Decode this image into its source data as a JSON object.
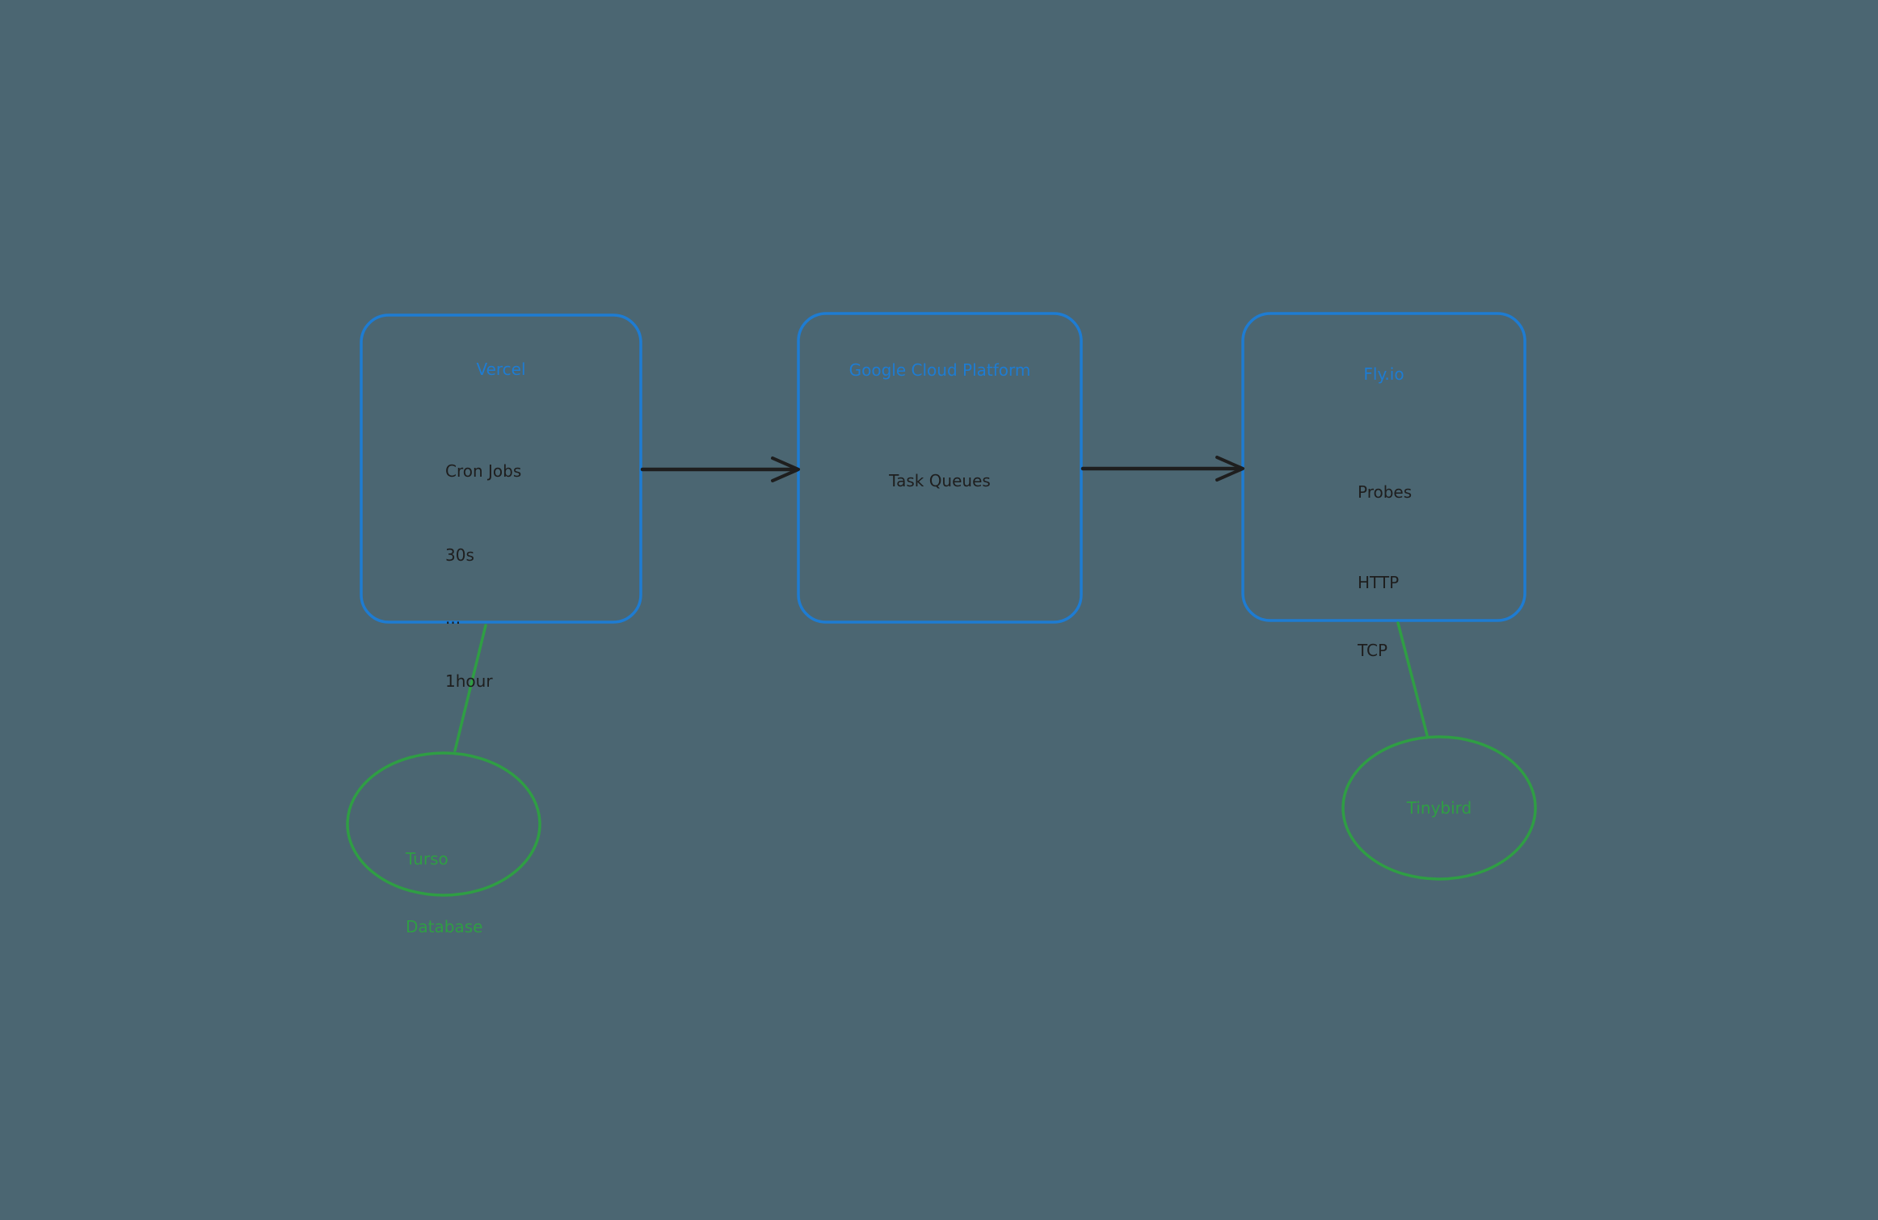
{
  "colors": {
    "background": "#4b6672",
    "node_stroke": "#1e7cd2",
    "node_title": "#1e7cd2",
    "body_text": "#1e1e1e",
    "arrow": "#1e1e1e",
    "ellipse_stroke": "#2f9e44",
    "ellipse_text": "#2f9e44"
  },
  "nodes": {
    "vercel": {
      "title": "Vercel",
      "line1": "Cron Jobs",
      "line2": "30s",
      "line3": "...",
      "line4": "1hour"
    },
    "gcp": {
      "title": "Google Cloud Platform",
      "line1": "Task Queues"
    },
    "flyio": {
      "title": "Fly.io",
      "line1": "Probes",
      "line2": "HTTP",
      "line3": "TCP"
    }
  },
  "ellipses": {
    "turso": {
      "line1": "Turso",
      "line2": "Database"
    },
    "tinybird": {
      "label": "Tinybird"
    }
  }
}
